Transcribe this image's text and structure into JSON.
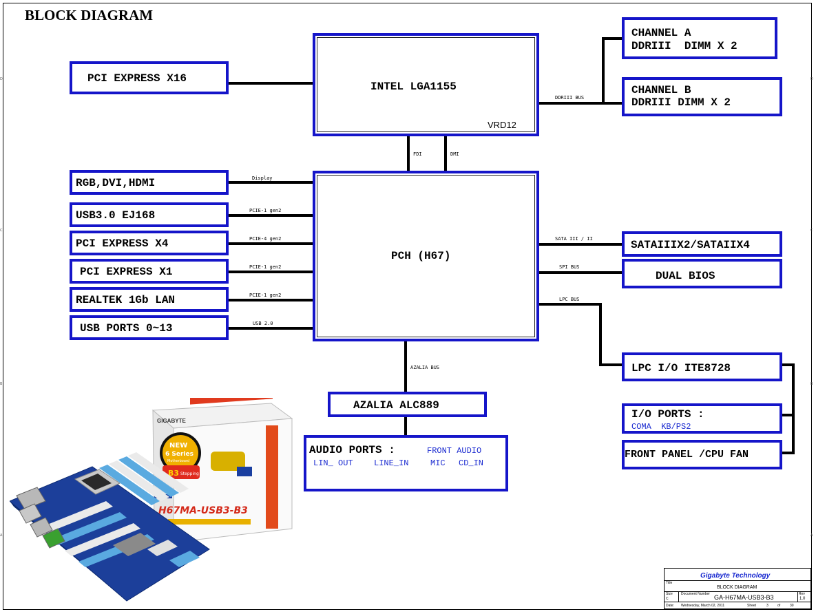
{
  "title": "BLOCK DIAGRAM",
  "blocks": {
    "cpu": "INTEL LGA1155",
    "vrd": "VRD12",
    "pch": "PCH (H67)",
    "pcie_x16": "PCI EXPRESS X16",
    "rgb": "RGB,DVI,HDMI",
    "usb3": "USB3.0 EJ168",
    "pcie_x4": "PCI EXPRESS X4",
    "pcie_x1": "PCI EXPRESS X1",
    "lan": "REALTEK 1Gb LAN",
    "usb_ports": "USB PORTS 0~13",
    "channel_a_1": "CHANNEL A",
    "channel_a_2": "DDRIII  DIMM X 2",
    "channel_b_1": "CHANNEL B",
    "channel_b_2": "DDRIII DIMM X 2",
    "sata": "SATAIIIX2/SATAIIX4",
    "bios": "DUAL BIOS",
    "lpc": "LPC I/O ITE8728",
    "io_ports": "I/O PORTS :",
    "io_ports_sub": "COMA  KB/PS2",
    "front_panel": "FRONT PANEL /CPU FAN",
    "azalia": "AZALIA ALC889",
    "audio_ports": "AUDIO PORTS :",
    "front_audio": "FRONT AUDIO",
    "lin_out": "LIN_ OUT",
    "line_in": "LINE_IN",
    "mic": "MIC",
    "cd_in": "CD_IN"
  },
  "buses": {
    "ddr": "DDRIII BUS",
    "fdi": "FDI",
    "dmi": "DMI",
    "display": "Display",
    "pcie1_a": "PCIE-1 gen2",
    "pcie4": "PCIE-4 gen2",
    "pcie1_b": "PCIE-1 gen2",
    "pcie1_c": "PCIE-1 gen2",
    "usb20": "USB 2.0",
    "sata": "SATA III / II",
    "spi": "SPI BUS",
    "lpc": "LPC BUS",
    "azalia": "AZALIA BUS"
  },
  "product": {
    "brand": "GIGABYTE",
    "series_1": "NEW",
    "series_2": "6 Series",
    "series_3": "Motherboard",
    "stepping_1": "B3",
    "stepping_2": "Stepping",
    "model": "H67MA-USB3-B3"
  },
  "title_block": {
    "company": "Gigabyte Technology",
    "title_label": "Title",
    "title": "BLOCK DIAGRAM",
    "size_label": "Size",
    "size": "C",
    "docnum_label": "Document Number",
    "docnum": "GA-H67MA-USB3-B3",
    "rev_label": "Rev",
    "rev": "1.0",
    "date_label": "Date:",
    "date": "Wednesday, March 02, 2011",
    "sheet_label": "Sheet",
    "sheet": "3",
    "of_label": "of",
    "total": "30"
  },
  "colors": {
    "box_border": "#1515c9",
    "blue_text": "#1a2ad0",
    "company": "#1a2ad0"
  }
}
